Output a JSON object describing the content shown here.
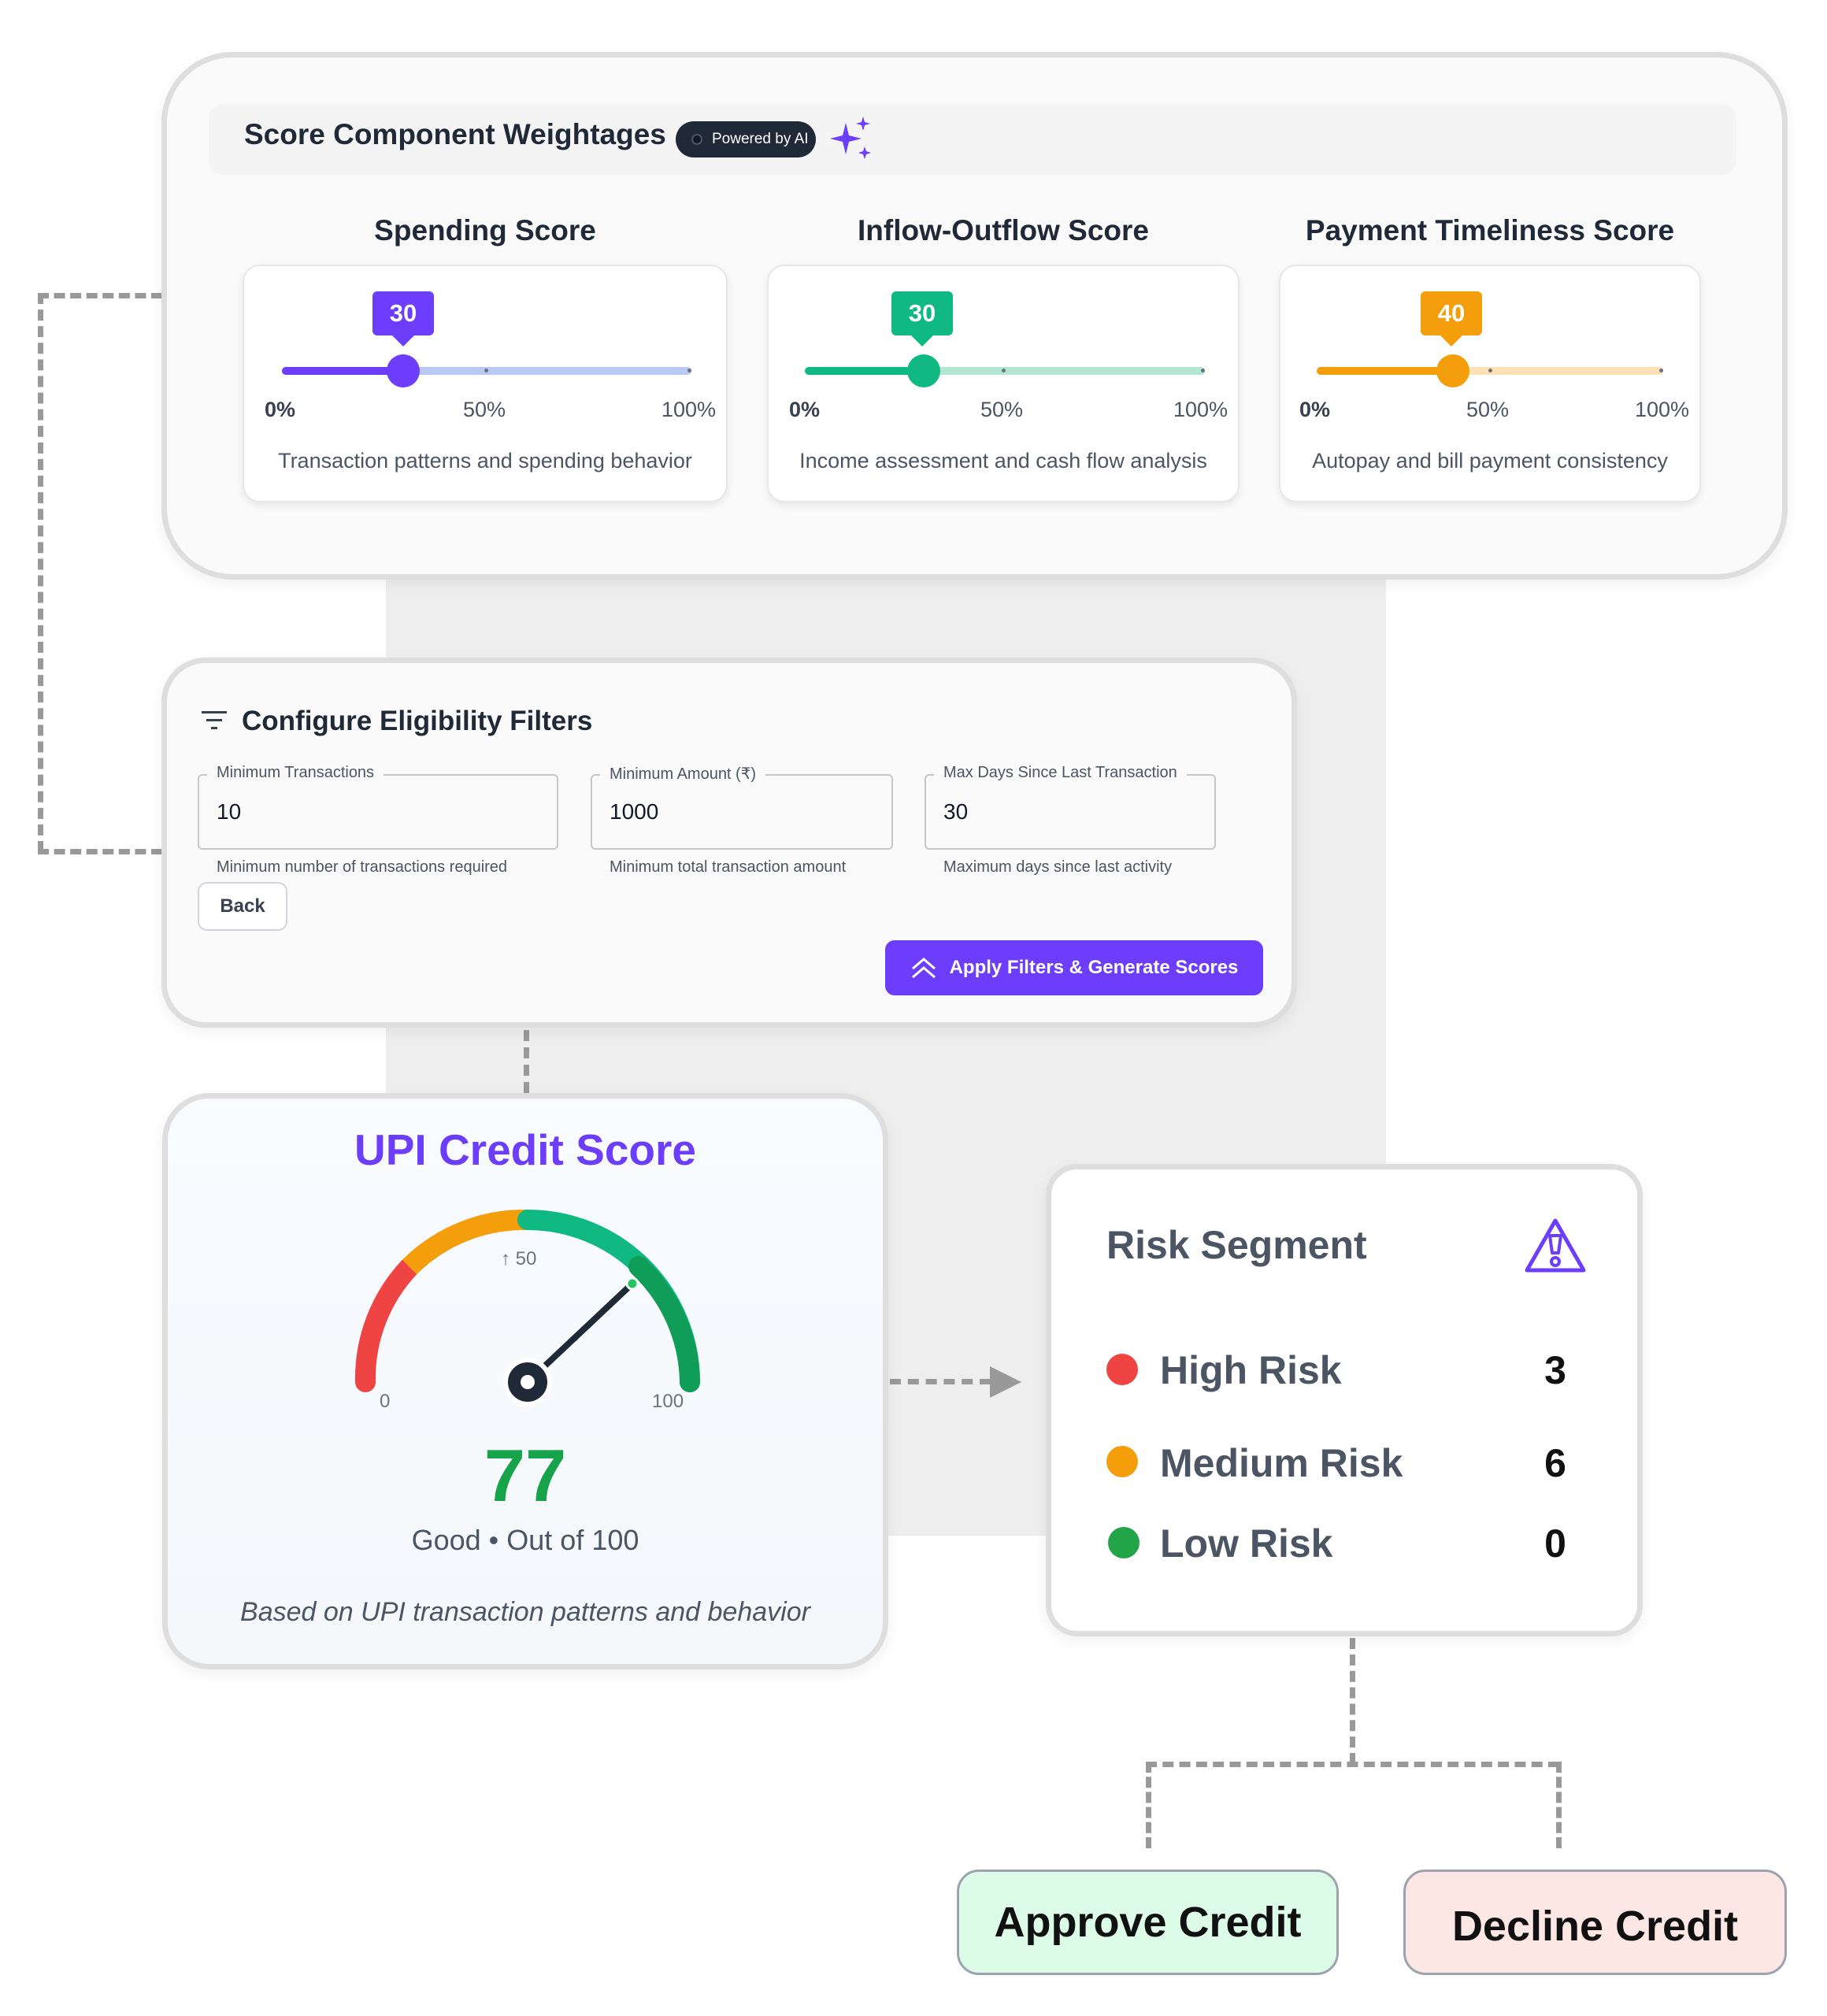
{
  "weightages": {
    "title": "Score Component Weightages",
    "badge": "Powered by AI",
    "scale": {
      "min": "0%",
      "mid": "50%",
      "max": "100%"
    },
    "components": [
      {
        "name": "Spending Score",
        "value": 30,
        "value_label": "30",
        "description": "Transaction patterns and spending behavior",
        "color": "#6c3dfa",
        "track_color": "#b9c8f5"
      },
      {
        "name": "Inflow-Outflow Score",
        "value": 30,
        "value_label": "30",
        "description": "Income assessment and cash flow analysis",
        "color": "#10b981",
        "track_color": "#b3e5d3"
      },
      {
        "name": "Payment Timeliness Score",
        "value": 40,
        "value_label": "40",
        "description": "Autopay and bill payment consistency",
        "color": "#f59e0b",
        "track_color": "#fde0b5"
      }
    ]
  },
  "filters": {
    "title": "Configure Eligibility Filters",
    "fields": [
      {
        "label": "Minimum Transactions",
        "value": "10",
        "help": "Minimum number of transactions required"
      },
      {
        "label": "Minimum Amount (₹)",
        "value": "1000",
        "help": "Minimum total transaction amount"
      },
      {
        "label": "Max Days Since Last Transaction",
        "value": "30",
        "help": "Maximum days since last activity"
      }
    ],
    "back_label": "Back",
    "apply_label": "Apply Filters & Generate Scores"
  },
  "credit_score": {
    "title": "UPI Credit Score",
    "gauge_min": "0",
    "gauge_mid": "↑ 50",
    "gauge_max": "100",
    "value": 77,
    "value_label": "77",
    "rating": "Good • Out of 100",
    "note": "Based on UPI transaction patterns and behavior",
    "colors": {
      "low": "#ef4444",
      "mid": "#f59e0b",
      "high": "#10b981",
      "good": "#16a34a"
    }
  },
  "risk_segment": {
    "title": "Risk Segment",
    "rows": [
      {
        "label": "High Risk",
        "count": "3",
        "color": "#ef4444"
      },
      {
        "label": "Medium Risk",
        "count": "6",
        "color": "#f59e0b"
      },
      {
        "label": "Low Risk",
        "count": "0",
        "color": "#22a447"
      }
    ]
  },
  "decisions": {
    "approve_label": "Approve Credit",
    "decline_label": "Decline Credit"
  }
}
